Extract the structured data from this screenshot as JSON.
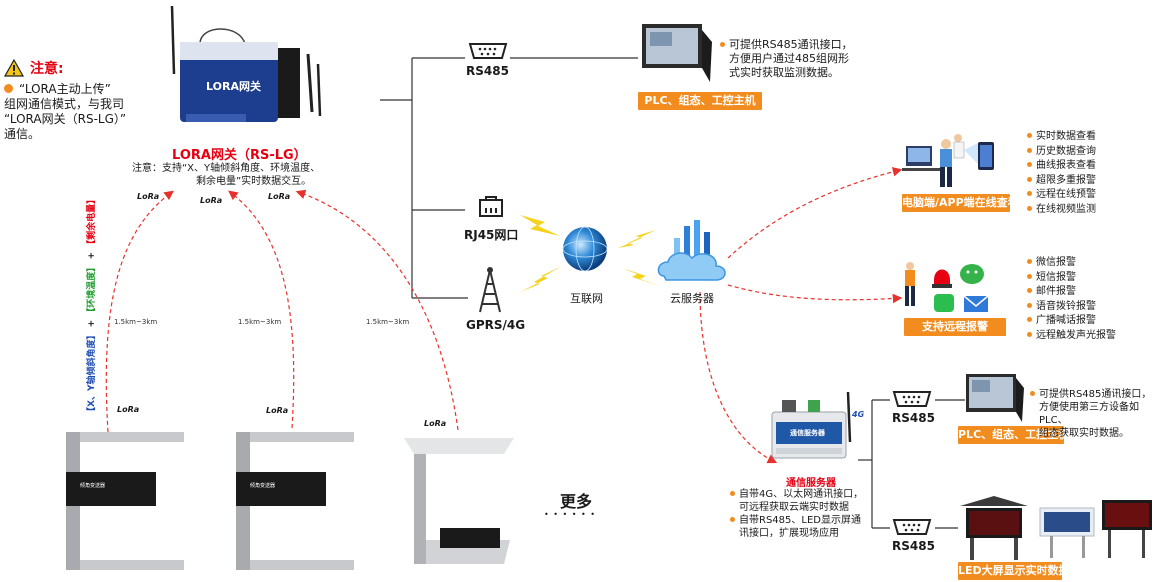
{
  "colors": {
    "accent_orange": "#f28c1f",
    "alert_red": "#e60012",
    "dashed_red": "#e8312c",
    "connector": "#333333",
    "blue_text": "#1f4fb3",
    "green_text": "#1f9d2f"
  },
  "notice": {
    "title": "注意:",
    "line1": "“LORA主动上传”",
    "line2": "组网通信模式，与我司",
    "line3": "“LORA网关（RS-LG）”",
    "line4": "通信。"
  },
  "gateway": {
    "device_brand": "LORA网关",
    "title": "LORA网关（RS-LG）",
    "note_line1": "注意：支持“X、Y轴倾斜角度、环境温度、",
    "note_line2": "剩余电量”实时数据交互。"
  },
  "lora_label": "LoRa",
  "distances": [
    "1.5km~3km",
    "1.5km~3km",
    "1.5km~3km"
  ],
  "vertical_labels": {
    "blue": "【X、Y轴倾斜角度】",
    "plus1": "+",
    "green": "【环境温度】",
    "plus2": "+",
    "red": "【剩余电量】"
  },
  "sensor_label": "倾角变送器",
  "more": {
    "label": "更多",
    "dots": "• • • • • •"
  },
  "interfaces": {
    "rs485": "RS485",
    "rj45": "RJ45网口",
    "gprs": "GPRS/4G"
  },
  "internet_label": "互联网",
  "cloud_label": "云服务器",
  "plc_top": {
    "note_line1": "可提供RS485通讯接口，",
    "note_line2": "方便用户通过485组网形",
    "note_line3": "式实时获取监测数据。",
    "badge": "PLC、组态、工控主机"
  },
  "pc_app": {
    "badge": "电脑端/APP端在线查看",
    "items": [
      "实时数据查看",
      "历史数据查询",
      "曲线报表查看",
      "超限多重报警",
      "远程在线预警",
      "在线视频监测"
    ]
  },
  "remote_alarm": {
    "badge": "支持远程报警",
    "items": [
      "微信报警",
      "短信报警",
      "邮件报警",
      "语音拨铃报警",
      "广播喊话报警",
      "远程触发声光报警"
    ]
  },
  "comm_server": {
    "device_label": "通信服务器",
    "badge": "通信服务器",
    "tag_4g": "4G",
    "note_line1": "自带4G、以太网通讯接口，",
    "note_line2": "可远程获取云端实时数据",
    "note_line3": "自带RS485、LED显示屏通",
    "note_line4": "讯接口，扩展现场应用"
  },
  "plc_bottom": {
    "rs485": "RS485",
    "note_line1": "可提供RS485通讯接口，",
    "note_line2": "方便使用第三方设备如PLC、",
    "note_line3": "组态获取实时数据。",
    "badge": "PLC、组态、工控主机"
  },
  "led": {
    "rs485": "RS485",
    "badge": "LED大屏显示实时数据"
  }
}
